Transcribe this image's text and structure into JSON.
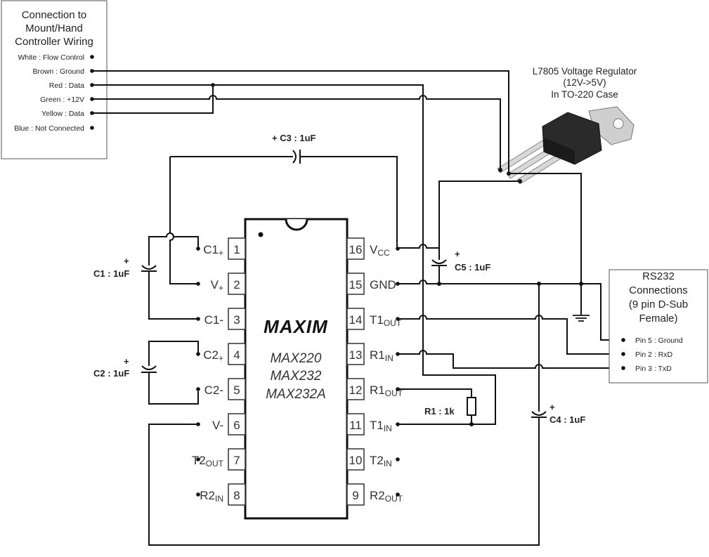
{
  "controller_box": {
    "title_lines": [
      "Connection to",
      "Mount/Hand",
      "Controller Wiring"
    ],
    "wires": [
      {
        "label": "White : Flow Control",
        "connected": false
      },
      {
        "label": "Brown : Ground",
        "connected": true
      },
      {
        "label": "Red : Data",
        "connected": true
      },
      {
        "label": "Green : +12V",
        "connected": true
      },
      {
        "label": "Yellow : Data",
        "connected": true
      },
      {
        "label": "Blue : Not Connected",
        "connected": false
      }
    ]
  },
  "regulator": {
    "title_lines": [
      "L7805 Voltage Regulator",
      "(12V->5V)",
      "In TO-220 Case"
    ]
  },
  "rs232_box": {
    "title_lines": [
      "RS232",
      "Connections",
      "(9 pin D-Sub",
      "Female)"
    ],
    "pins": [
      "Pin 5 : Ground",
      "Pin 2 : RxD",
      "Pin 3 : TxD"
    ]
  },
  "chip": {
    "logo": "MAXIM",
    "part_numbers": [
      "MAX220",
      "MAX232",
      "MAX232A"
    ],
    "left_pins": [
      {
        "num": "1",
        "name": "C1",
        "sub": "+"
      },
      {
        "num": "2",
        "name": "V",
        "sub": "+"
      },
      {
        "num": "3",
        "name": "C1-",
        "sub": ""
      },
      {
        "num": "4",
        "name": "C2",
        "sub": "+"
      },
      {
        "num": "5",
        "name": "C2-",
        "sub": ""
      },
      {
        "num": "6",
        "name": "V-",
        "sub": ""
      },
      {
        "num": "7",
        "name": "T2",
        "sub": "OUT"
      },
      {
        "num": "8",
        "name": "R2",
        "sub": "IN"
      }
    ],
    "right_pins": [
      {
        "num": "16",
        "name": "V",
        "sub": "CC"
      },
      {
        "num": "15",
        "name": "GND",
        "sub": ""
      },
      {
        "num": "14",
        "name": "T1",
        "sub": "OUT"
      },
      {
        "num": "13",
        "name": "R1",
        "sub": "IN"
      },
      {
        "num": "12",
        "name": "R1",
        "sub": "OUT"
      },
      {
        "num": "11",
        "name": "T1",
        "sub": "IN"
      },
      {
        "num": "10",
        "name": "T2",
        "sub": "IN"
      },
      {
        "num": "9",
        "name": "R2",
        "sub": "OUT"
      }
    ]
  },
  "components": {
    "c1": {
      "label": "C1 : 1uF",
      "polarity": "+"
    },
    "c2": {
      "label": "C2 : 1uF",
      "polarity": "+"
    },
    "c3": {
      "label": "+ C3 : 1uF"
    },
    "c4": {
      "label": "C4 : 1uF",
      "polarity": "+"
    },
    "c5": {
      "label": "C5 : 1uF",
      "polarity": "+"
    },
    "r1": {
      "label": "R1 : 1k"
    }
  }
}
